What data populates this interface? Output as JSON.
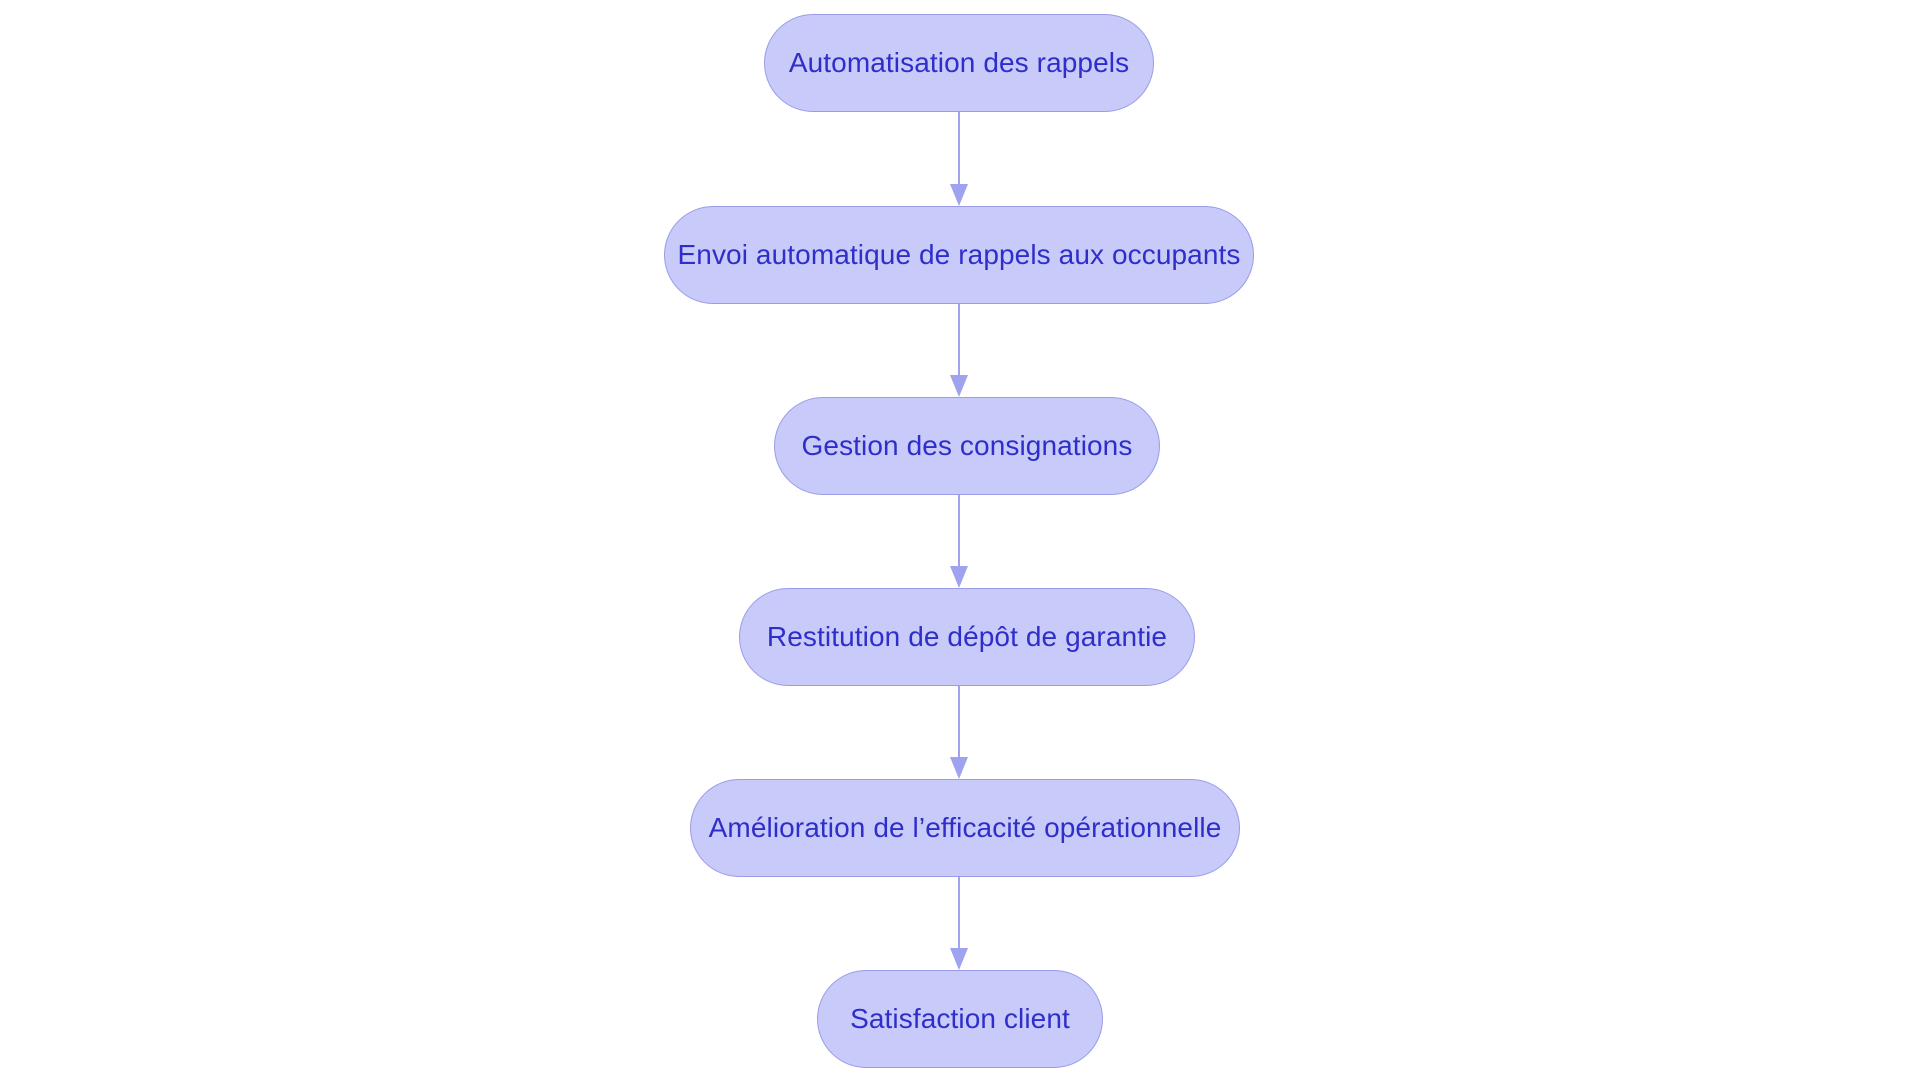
{
  "diagram": {
    "type": "flowchart",
    "orientation": "top-to-bottom",
    "background_color": "#ffffff",
    "node_fill_color": "#c8cafa",
    "node_border_color": "#9a9ce8",
    "node_text_color": "#2e2ec9",
    "connector_color": "#9fa2ee",
    "node_shape": "stadium",
    "nodes": [
      {
        "id": "n1",
        "label": "Automatisation des rappels"
      },
      {
        "id": "n2",
        "label": "Envoi automatique de rappels aux occupants"
      },
      {
        "id": "n3",
        "label": "Gestion des consignations"
      },
      {
        "id": "n4",
        "label": "Restitution de dépôt de garantie"
      },
      {
        "id": "n5",
        "label": "Amélioration de l’efficacité opérationnelle"
      },
      {
        "id": "n6",
        "label": "Satisfaction client"
      }
    ],
    "edges": [
      {
        "id": "e1",
        "from": "n1",
        "to": "n2",
        "label": "",
        "arrow": "arrow-down-icon"
      },
      {
        "id": "e2",
        "from": "n2",
        "to": "n3",
        "label": "",
        "arrow": "arrow-down-icon"
      },
      {
        "id": "e3",
        "from": "n3",
        "to": "n4",
        "label": "",
        "arrow": "arrow-down-icon"
      },
      {
        "id": "e4",
        "from": "n4",
        "to": "n5",
        "label": "",
        "arrow": "arrow-down-icon"
      },
      {
        "id": "e5",
        "from": "n5",
        "to": "n6",
        "label": "",
        "arrow": "arrow-down-icon"
      }
    ]
  }
}
